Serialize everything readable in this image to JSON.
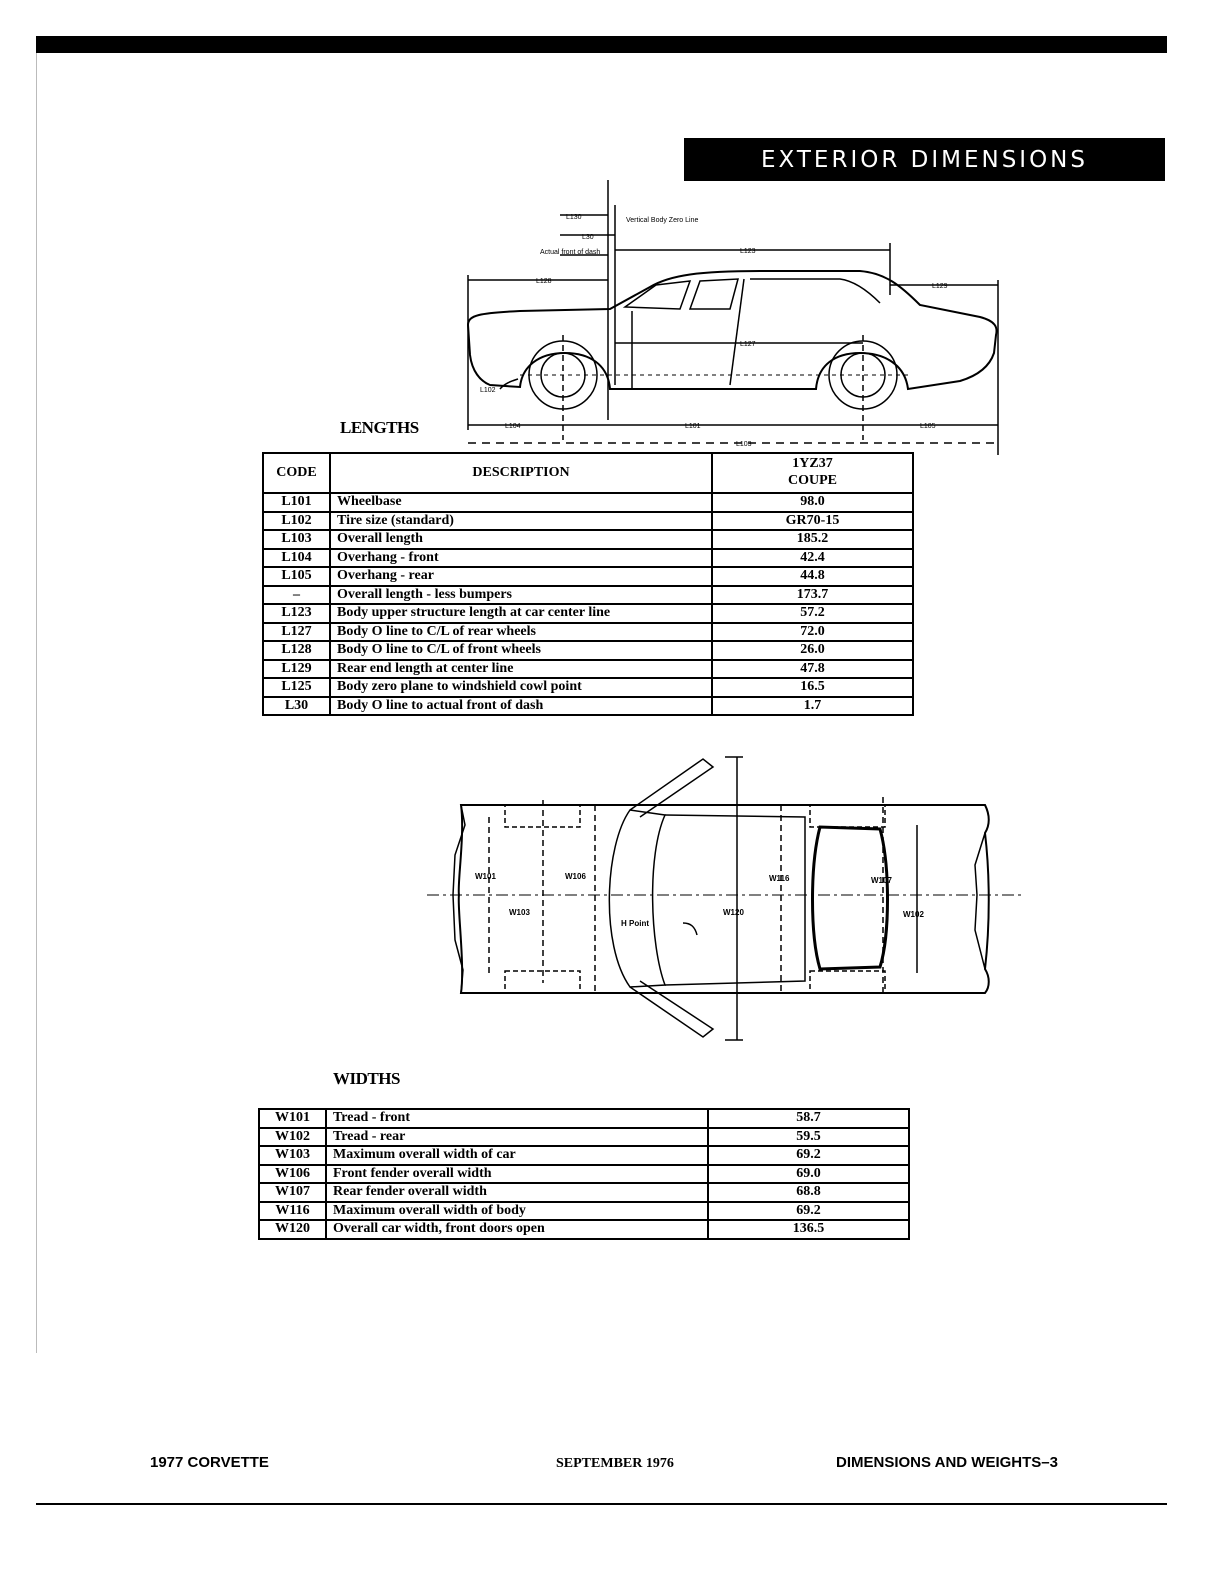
{
  "header": {
    "banner_title": "EXTERIOR DIMENSIONS"
  },
  "side_view": {
    "labels": {
      "l130": "L130",
      "vertical_body_zero_line": "Vertical Body Zero Line",
      "l30": "L30",
      "actual_front_of_dash": "Actual front of dash",
      "l123": "L123",
      "l128": "L128",
      "l129": "L129",
      "l127": "L127",
      "l102": "L102",
      "l104": "L104",
      "l101": "L101",
      "l105": "L105",
      "l103": "L103"
    }
  },
  "lengths": {
    "label": "LENGTHS",
    "headers": {
      "code": "CODE",
      "description": "DESCRIPTION",
      "model_line1": "1YZ37",
      "model_line2": "COUPE"
    },
    "rows": [
      {
        "code": "L101",
        "description": "Wheelbase",
        "value": "98.0"
      },
      {
        "code": "L102",
        "description": "Tire size (standard)",
        "value": "GR70-15"
      },
      {
        "code": "L103",
        "description": "Overall length",
        "value": "185.2"
      },
      {
        "code": "L104",
        "description": "Overhang - front",
        "value": "42.4"
      },
      {
        "code": "L105",
        "description": "Overhang - rear",
        "value": "44.8"
      },
      {
        "code": "–",
        "description": "Overall length - less bumpers",
        "value": "173.7"
      },
      {
        "code": "L123",
        "description": "Body upper structure length at car center line",
        "value": "57.2"
      },
      {
        "code": "L127",
        "description": "Body O line to C/L of rear wheels",
        "value": "72.0"
      },
      {
        "code": "L128",
        "description": "Body O line to C/L of front wheels",
        "value": "26.0"
      },
      {
        "code": "L129",
        "description": "Rear end length at center line",
        "value": "47.8"
      },
      {
        "code": "L125",
        "description": "Body zero plane to windshield cowl point",
        "value": "16.5"
      },
      {
        "code": "L30",
        "description": "Body O line to actual front of dash",
        "value": "1.7"
      }
    ]
  },
  "top_view": {
    "labels": {
      "w101": "W101",
      "w106": "W106",
      "w103": "W103",
      "h_point": "H Point",
      "w120": "W120",
      "w116": "W116",
      "w107": "W107",
      "w102": "W102"
    }
  },
  "widths": {
    "label": "WIDTHS",
    "rows": [
      {
        "code": "W101",
        "description": "Tread - front",
        "value": "58.7"
      },
      {
        "code": "W102",
        "description": "Tread - rear",
        "value": "59.5"
      },
      {
        "code": "W103",
        "description": "Maximum overall width of car",
        "value": "69.2"
      },
      {
        "code": "W106",
        "description": "Front fender overall width",
        "value": "69.0"
      },
      {
        "code": "W107",
        "description": "Rear fender overall width",
        "value": "68.8"
      },
      {
        "code": "W116",
        "description": "Maximum overall width of body",
        "value": "69.2"
      },
      {
        "code": "W120",
        "description": "Overall car width, front doors open",
        "value": "136.5"
      }
    ]
  },
  "footer": {
    "left": "1977 CORVETTE",
    "center": "SEPTEMBER 1976",
    "right": "DIMENSIONS AND WEIGHTS–3"
  }
}
